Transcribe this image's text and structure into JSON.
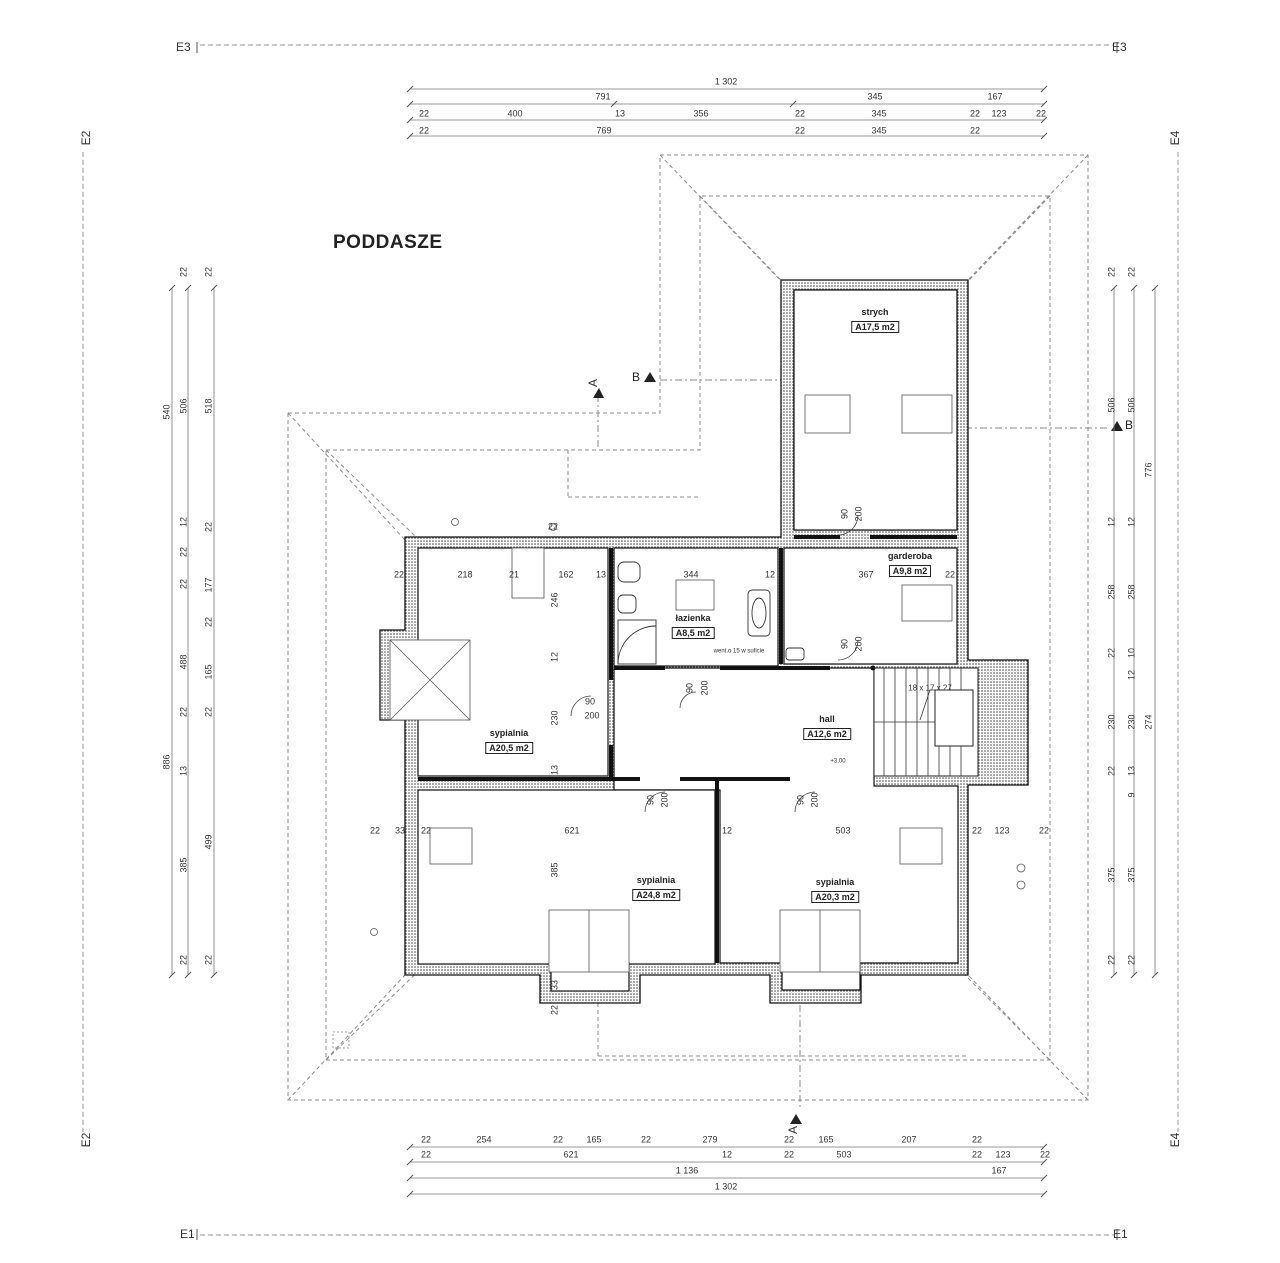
{
  "title": "PODDASZE",
  "axes": {
    "e1": "E1",
    "e2": "E2",
    "e3": "E3",
    "e4": "E4"
  },
  "sections": {
    "a": "A",
    "b": "B"
  },
  "rooms": [
    {
      "id": "strych",
      "name": "strych",
      "area": "A17,5 m2"
    },
    {
      "id": "garderoba",
      "name": "garderoba",
      "area": "A9,8 m2"
    },
    {
      "id": "lazienka",
      "name": "łazienka",
      "area": "A8,5 m2"
    },
    {
      "id": "hall",
      "name": "hall",
      "area": "A12,6 m2"
    },
    {
      "id": "sypialnia-1",
      "name": "sypialnia",
      "area": "A20,5 m2"
    },
    {
      "id": "sypialnia-2",
      "name": "sypialnia",
      "area": "A24,8 m2"
    },
    {
      "id": "sypialnia-3",
      "name": "sypialnia",
      "area": "A20,3 m2"
    }
  ],
  "notes": {
    "vent": "went.o 15 w suficie",
    "stairs": "18 x 17 x 27",
    "level": "+3,00"
  },
  "doors": {
    "w": "90",
    "h": "200"
  },
  "dims": {
    "top1": [
      "1 302"
    ],
    "top2": [
      "791",
      "345",
      "167"
    ],
    "top3": [
      "22",
      "400",
      "13",
      "356",
      "22",
      "345",
      "22",
      "123",
      "22"
    ],
    "top4": [
      "22",
      "769",
      "22",
      "345",
      "22"
    ],
    "bot1": [
      "22",
      "254",
      "22",
      "165",
      "22",
      "279",
      "22",
      "165",
      "207",
      "22"
    ],
    "bot2": [
      "22",
      "621",
      "12",
      "22",
      "503",
      "22",
      "123",
      "22"
    ],
    "bot3": [
      "1 136",
      "167"
    ],
    "bot4": [
      "1 302"
    ],
    "left1": [
      "540",
      "886"
    ],
    "left2": [
      "22",
      "506",
      "12",
      "22",
      "177",
      "22",
      "488",
      "22",
      "13",
      "385",
      "22"
    ],
    "left3": [
      "22",
      "518",
      "22",
      "22",
      "165",
      "22",
      "499",
      "22"
    ],
    "right1": [
      "506",
      "776",
      "274"
    ],
    "right2": [
      "22",
      "506",
      "12",
      "258",
      "22",
      "12",
      "230",
      "22",
      "9",
      "375",
      "22"
    ],
    "right3": [
      "22",
      "12",
      "258",
      "10",
      "230",
      "13",
      "375",
      "22"
    ],
    "inner": [
      "22",
      "22",
      "218",
      "21",
      "162",
      "13",
      "344",
      "12",
      "367",
      "22",
      "246",
      "12",
      "230",
      "13",
      "22",
      "33",
      "22",
      "621",
      "385",
      "12",
      "503",
      "22",
      "123",
      "22",
      "33",
      "22"
    ]
  }
}
